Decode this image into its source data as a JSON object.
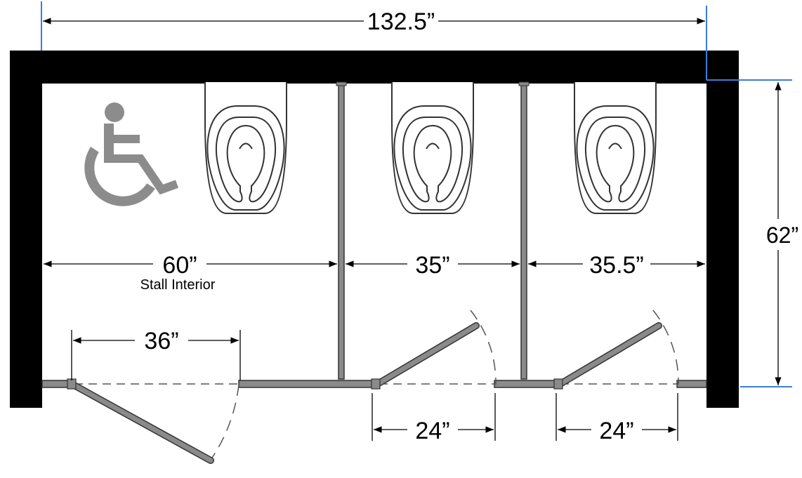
{
  "dimensions": {
    "overall_width": "132.5”",
    "depth": "62”",
    "accessible_stall_width": "60”",
    "accessible_stall_note": "Stall Interior",
    "middle_stall_width": "35”",
    "right_stall_width": "35.5”",
    "accessible_door_width": "36”",
    "middle_door_opening": "24”",
    "right_door_opening": "24”"
  },
  "icons": [
    "wheelchair-accessibility-icon",
    "toilet-icon",
    "flush-valve-icon"
  ],
  "colors": {
    "wall": "#000000",
    "partition": "#8a8a8a",
    "dimension_guide": "#3a7ddb",
    "accessibility_symbol": "#8c8c8c"
  }
}
